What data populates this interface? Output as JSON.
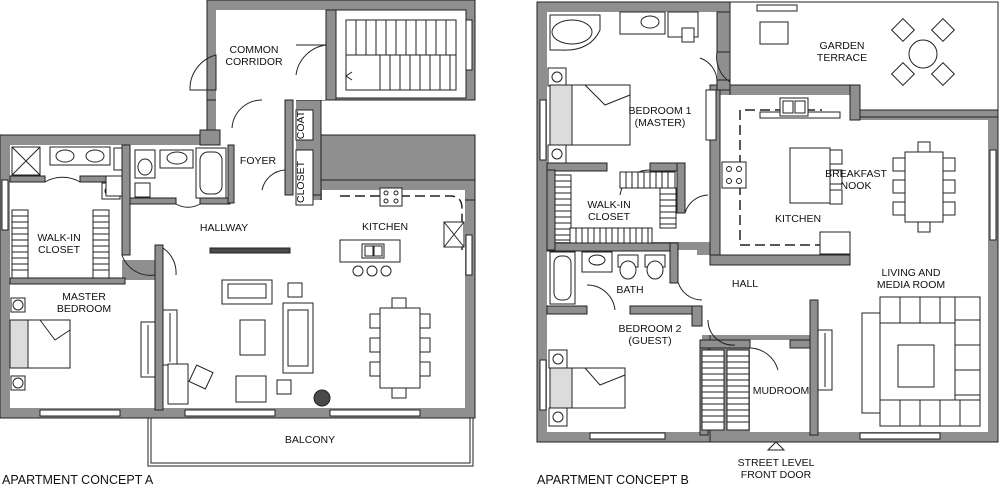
{
  "concept_a": {
    "title": "APARTMENT CONCEPT A",
    "rooms": {
      "common_corridor": [
        "COMMON",
        "CORRIDOR"
      ],
      "coat": "COAT",
      "foyer": "FOYER",
      "closet": "CLOSET",
      "hallway": "HALLWAY",
      "kitchen": "KITCHEN",
      "walk_in_closet": [
        "WALK-IN",
        "CLOSET"
      ],
      "master_bedroom": [
        "MASTER",
        "BEDROOM"
      ],
      "balcony": "BALCONY"
    }
  },
  "concept_b": {
    "title": "APARTMENT CONCEPT B",
    "rooms": {
      "garden_terrace": [
        "GARDEN",
        "TERRACE"
      ],
      "bedroom_1": [
        "BEDROOM 1",
        "(MASTER)"
      ],
      "breakfast_nook": [
        "BREAKFAST",
        "NOOK"
      ],
      "walk_in_closet": [
        "WALK-IN",
        "CLOSET"
      ],
      "kitchen": "KITCHEN",
      "living_media": [
        "LIVING AND",
        "MEDIA ROOM"
      ],
      "hall": "HALL",
      "bath": "BATH",
      "bedroom_2": [
        "BEDROOM 2",
        "(GUEST)"
      ],
      "mudroom": "MUDROOM",
      "front_door": [
        "STREET LEVEL",
        "FRONT DOOR"
      ]
    }
  }
}
